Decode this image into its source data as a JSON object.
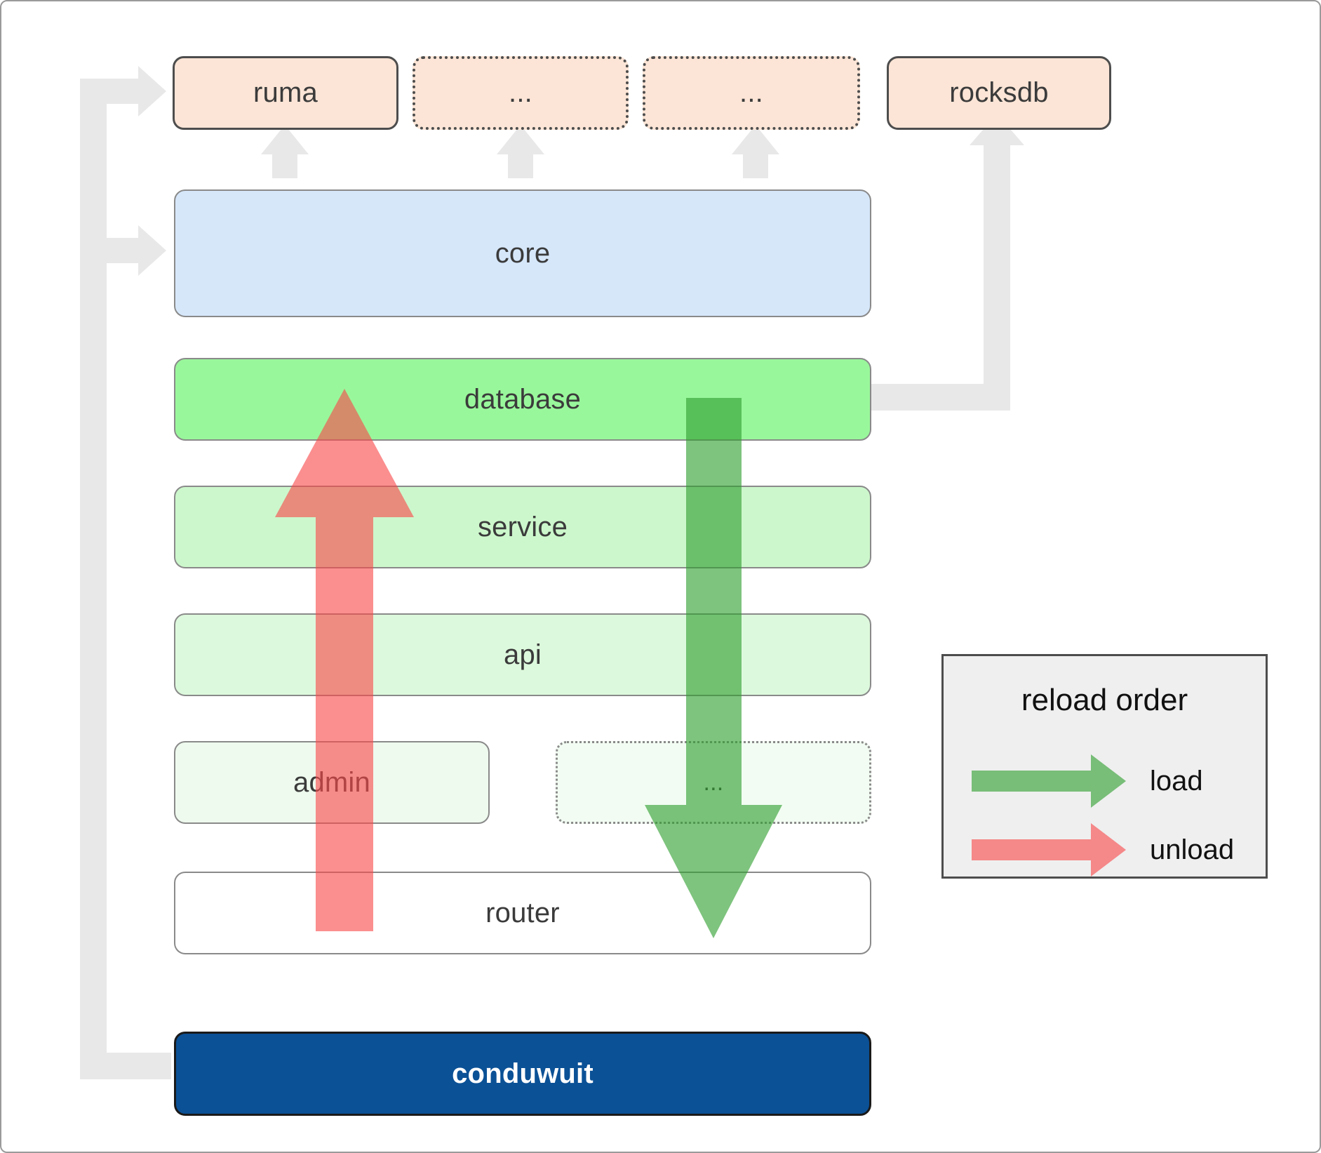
{
  "diagram": {
    "title": "conduwuit crate architecture / reload order",
    "colors": {
      "crate_fill": "#fce5d6",
      "crate_stroke": "#4d4d4d",
      "core_fill": "#d6e7fa",
      "core_stroke": "#8a8a8a",
      "database_fill": "#99f79b",
      "service_fill": "#ccf7cc",
      "api_fill": "#ddf9dd",
      "admin_fill": "#eefaee",
      "ellipsis_fill": "#f2fcf2",
      "router_fill": "#ffffff",
      "layer_stroke": "#8a8a8a",
      "binary_fill": "#0b5196",
      "binary_text": "#ffffff",
      "connector_gray": "#e8e8e8",
      "load_green": "#5cad5c",
      "load_green_dark": "#2e9e2e",
      "unload_red": "#fa8a8a",
      "unload_red_dark": "#f9615f",
      "legend_bg": "#efefef",
      "legend_border": "#4d4d4d",
      "canvas_border": "#9a9a9a"
    },
    "external_crates": [
      {
        "label": "ruma",
        "style": "solid"
      },
      {
        "label": "...",
        "style": "dotted"
      },
      {
        "label": "...",
        "style": "dotted"
      },
      {
        "label": "rocksdb",
        "style": "solid"
      }
    ],
    "core": {
      "label": "core"
    },
    "layers": [
      {
        "label": "database",
        "style": "solid"
      },
      {
        "label": "service",
        "style": "solid"
      },
      {
        "label": "api",
        "style": "solid"
      },
      {
        "label": "admin",
        "style": "solid"
      },
      {
        "label": "...",
        "style": "dotted"
      },
      {
        "label": "router",
        "style": "solid"
      }
    ],
    "binary": {
      "label": "conduwuit"
    },
    "legend": {
      "title": "reload order",
      "entries": [
        {
          "label": "load",
          "color": "#5cad5c",
          "direction": "right"
        },
        {
          "label": "unload",
          "color": "#fa8a8a",
          "direction": "right"
        }
      ]
    },
    "flow_arrows": [
      {
        "name": "unload-arrow",
        "direction": "up",
        "color": "#fa8a8a",
        "from": "router",
        "to": "database"
      },
      {
        "name": "load-arrow",
        "direction": "down",
        "color": "#5cad5c",
        "from": "database",
        "to": "router"
      }
    ],
    "connectors": [
      {
        "from": "core",
        "to": "ruma",
        "style": "gray-arrow"
      },
      {
        "from": "core",
        "to": "dots-1",
        "style": "gray-arrow"
      },
      {
        "from": "core",
        "to": "dots-2",
        "style": "gray-arrow"
      },
      {
        "from": "database",
        "to": "rocksdb",
        "style": "gray-arrow"
      },
      {
        "from": "conduwuit",
        "to": "ruma",
        "style": "gray-elbow"
      },
      {
        "from": "conduwuit",
        "to": "core",
        "style": "gray-elbow"
      }
    ]
  }
}
